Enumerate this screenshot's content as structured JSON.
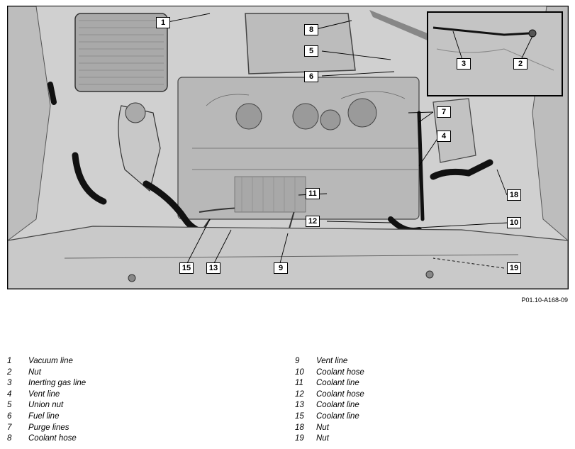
{
  "figure_code": "P01.10-A168-09",
  "callouts": {
    "c1": "1",
    "c2": "2",
    "c3": "3",
    "c4": "4",
    "c5": "5",
    "c6": "6",
    "c7": "7",
    "c8": "8",
    "c9": "9",
    "c10": "10",
    "c11": "11",
    "c12": "12",
    "c13": "13",
    "c15": "15",
    "c18": "18",
    "c19": "19"
  },
  "legend": {
    "left": [
      {
        "num": "1",
        "label": "Vacuum line"
      },
      {
        "num": "2",
        "label": "Nut"
      },
      {
        "num": "3",
        "label": "Inerting gas line"
      },
      {
        "num": "4",
        "label": "Vent line"
      },
      {
        "num": "5",
        "label": "Union nut"
      },
      {
        "num": "6",
        "label": "Fuel line"
      },
      {
        "num": "7",
        "label": "Purge lines"
      },
      {
        "num": "8",
        "label": "Coolant hose"
      }
    ],
    "right": [
      {
        "num": "9",
        "label": "Vent line"
      },
      {
        "num": "10",
        "label": "Coolant hose"
      },
      {
        "num": "11",
        "label": "Coolant line"
      },
      {
        "num": "12",
        "label": "Coolant hose"
      },
      {
        "num": "13",
        "label": "Coolant line"
      },
      {
        "num": "15",
        "label": "Coolant line"
      },
      {
        "num": "18",
        "label": "Nut"
      },
      {
        "num": "19",
        "label": "Nut"
      }
    ]
  }
}
